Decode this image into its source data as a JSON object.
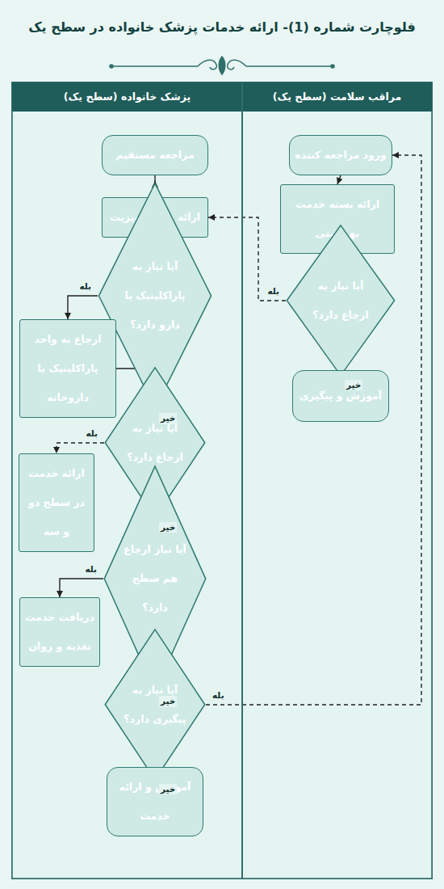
{
  "diagram": {
    "title": "فلوچارت شماره (1)- ارائه خدمات پزشک خانواده در سطح یک",
    "nodes": [
      {
        "text": [
          "مراقب سلامت (سطح یک)"
        ]
      },
      {
        "text": [
          "پزشک خانواده (سطح یک)"
        ]
      },
      {
        "text": [
          "ورود مراجعه کننده"
        ],
        "in": 0
      },
      {
        "text": [
          "ارائه بسته خدمت بهداشتی"
        ],
        "in": 0
      },
      {
        "text": [
          "آیا نیاز به ارجاع دارد؟"
        ],
        "in": 0
      },
      {
        "text": [
          "آموزش و پیگیری"
        ],
        "in": 0
      },
      {
        "text": [
          "مراجعه مستقیم"
        ],
        "in": 1
      },
      {
        "text": [
          "ارائه خدمت ویزیت"
        ],
        "in": 1
      },
      {
        "text": [
          "آیا نیاز به پاراکلینیک یا دارو دارد؟"
        ],
        "in": 1
      },
      {
        "text": [
          "ارجاع به واحد پاراکلینیک یا داروخانه"
        ],
        "in": 1
      },
      {
        "text": [
          "آیا نیاز به ارجاع دارد؟"
        ],
        "in": 1
      },
      {
        "text": [
          "ارائه خدمت در سطح دو و سه"
        ],
        "in": 1
      },
      {
        "text": [
          "آیا نیاز ارجاع هم سطح دارد؟"
        ],
        "in": 1
      },
      {
        "text": [
          "دریافت خدمت تغذیه و روان"
        ],
        "in": 1
      },
      {
        "text": [
          "آیا نیاز به پیگیری دارد؟"
        ],
        "in": 1
      },
      {
        "text": [
          "آموزش و ارائه خدمت"
        ],
        "in": 1
      }
    ],
    "edges": [
      {
        "from": 2,
        "to": 3,
        "arrow": "to"
      },
      {
        "from": 3,
        "to": 4,
        "arrow": "to"
      },
      {
        "from": 4,
        "to": 5,
        "label": "خیر",
        "arrow": "to"
      },
      {
        "from": 4,
        "to": 7,
        "label": "بله",
        "arrow": "to"
      },
      {
        "from": 6,
        "to": 7,
        "arrow": "to"
      },
      {
        "from": 7,
        "to": 8,
        "arrow": "to"
      },
      {
        "from": 8,
        "to": 9,
        "label": "بله",
        "arrow": "to"
      },
      {
        "from": 9,
        "to": 10,
        "arrow": "to"
      },
      {
        "from": 8,
        "to": 10,
        "label": "خیر",
        "arrow": "to"
      },
      {
        "from": 10,
        "to": 11,
        "label": "بله",
        "arrow": "to"
      },
      {
        "from": 10,
        "to": 12,
        "label": "خیر",
        "arrow": "to"
      },
      {
        "from": 12,
        "to": 13,
        "label": "بله",
        "arrow": "to"
      },
      {
        "from": 12,
        "to": 14,
        "label": "خیر",
        "arrow": "to"
      },
      {
        "from": 14,
        "to": 2,
        "label": "بله",
        "arrow": "to"
      },
      {
        "from": 14,
        "to": 15,
        "label": "خیر",
        "arrow": "to"
      }
    ]
  }
}
